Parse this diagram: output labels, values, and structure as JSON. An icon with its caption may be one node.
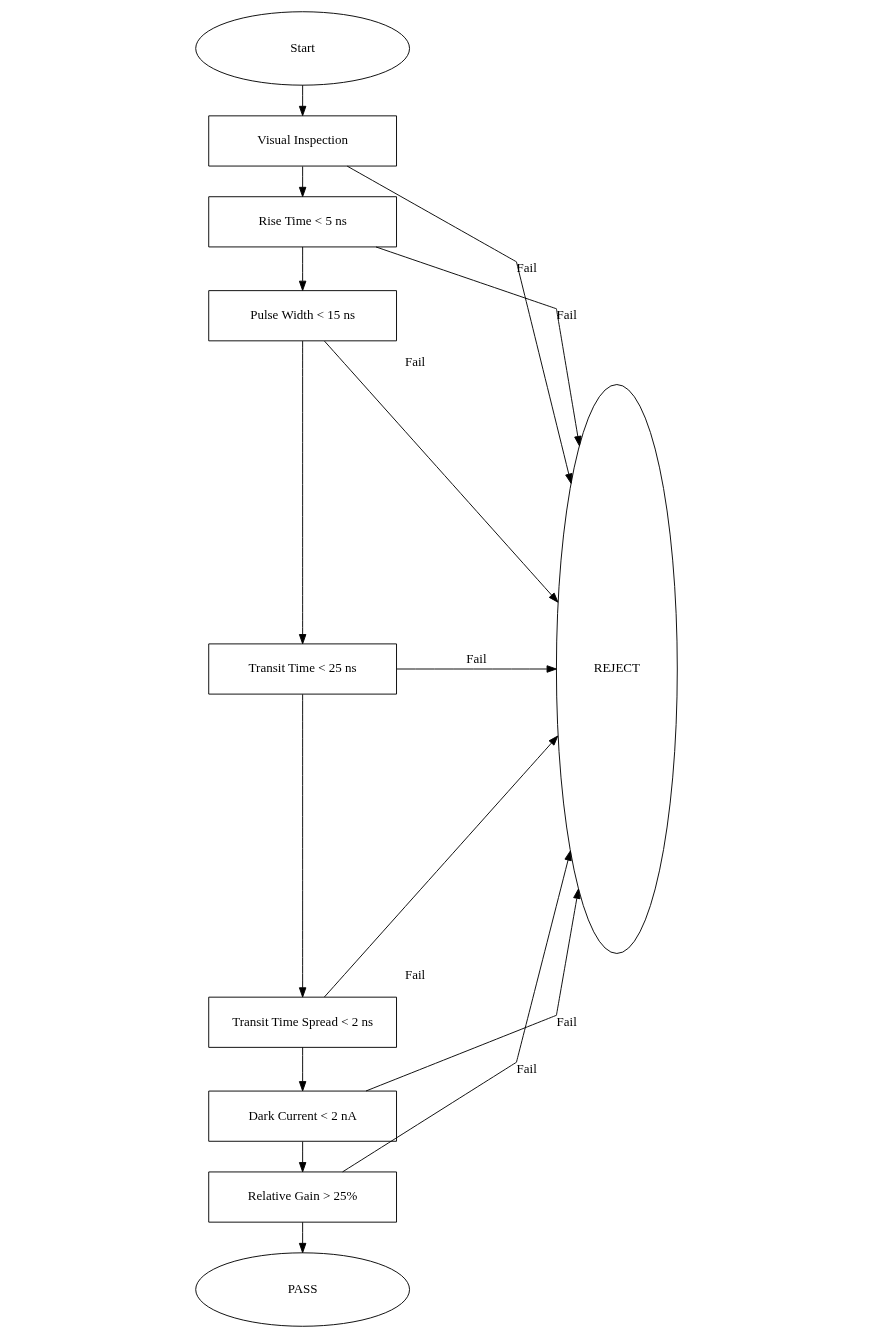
{
  "diagram": {
    "nodes": [
      {
        "text": [
          "Start"
        ]
      },
      {
        "text": [
          "Visual Inspection"
        ]
      },
      {
        "text": [
          "Rise Time < 5 ns"
        ]
      },
      {
        "text": [
          "Pulse Width < 15 ns"
        ]
      },
      {
        "text": [
          "Transit Time < 25 ns"
        ]
      },
      {
        "text": [
          "Transit Time Spread < 2 ns"
        ]
      },
      {
        "text": [
          "Dark Current < 2 nA"
        ]
      },
      {
        "text": [
          "Relative Gain > 25%"
        ]
      },
      {
        "text": [
          "REJECT"
        ]
      },
      {
        "text": [
          "PASS"
        ]
      }
    ],
    "edges": [
      {
        "from": 0,
        "to": 1,
        "arrow": "to"
      },
      {
        "from": 1,
        "to": 8,
        "arrow": "to",
        "label": "Fail"
      },
      {
        "from": 1,
        "to": 2,
        "arrow": "to"
      },
      {
        "from": 2,
        "to": 8,
        "arrow": "to",
        "label": "Fail"
      },
      {
        "from": 2,
        "to": 3,
        "arrow": "to"
      },
      {
        "from": 3,
        "to": 8,
        "arrow": "to",
        "label": "Fail"
      },
      {
        "from": 3,
        "to": 4,
        "arrow": "to"
      },
      {
        "from": 4,
        "to": 8,
        "arrow": "to",
        "label": "Fail"
      },
      {
        "from": 4,
        "to": 5,
        "arrow": "to"
      },
      {
        "from": 5,
        "to": 8,
        "arrow": "to",
        "label": "Fail"
      },
      {
        "from": 5,
        "to": 6,
        "arrow": "to"
      },
      {
        "from": 6,
        "to": 8,
        "arrow": "to",
        "label": "Fail"
      },
      {
        "from": 6,
        "to": 7,
        "arrow": "to"
      },
      {
        "from": 7,
        "to": 8,
        "arrow": "to",
        "label": "Fail"
      },
      {
        "from": 7,
        "to": 9,
        "arrow": "to"
      }
    ]
  }
}
